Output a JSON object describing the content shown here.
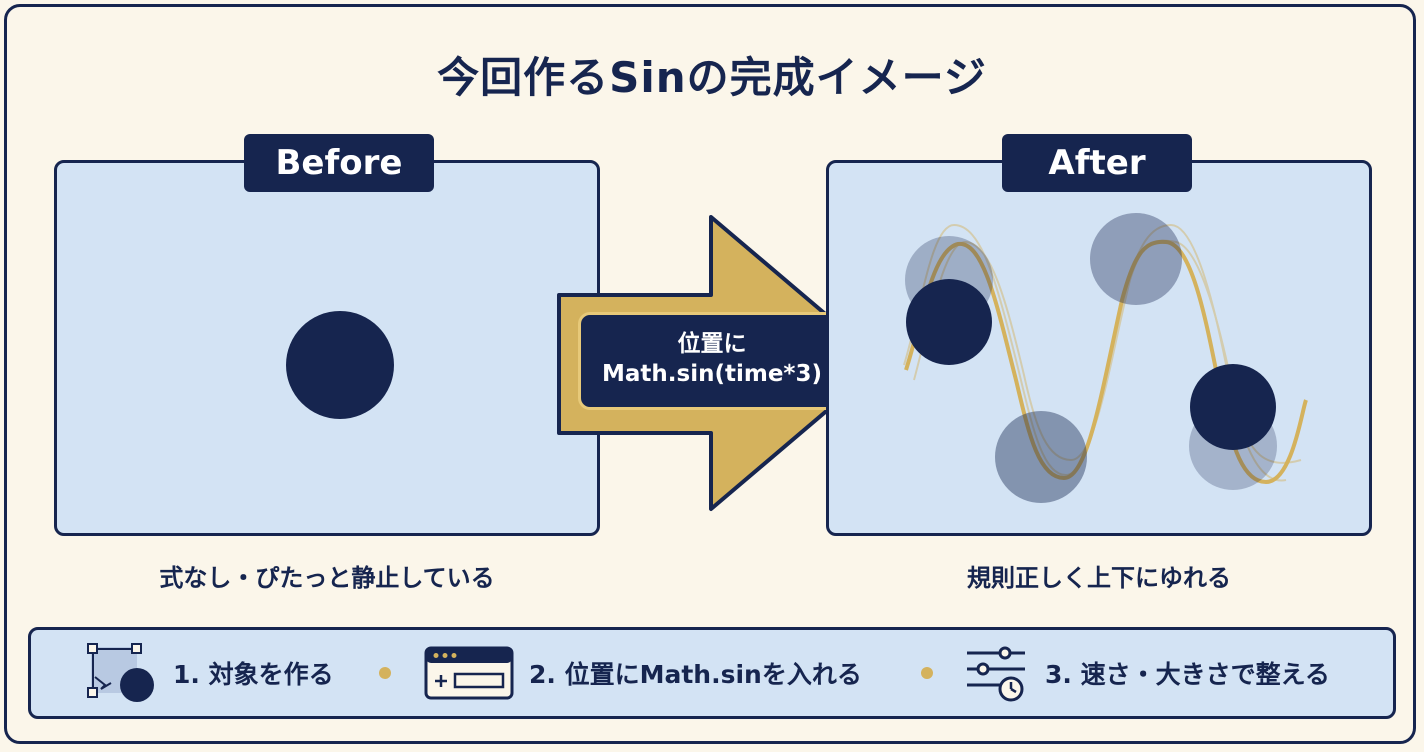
{
  "title": "今回作るSinの完成イメージ",
  "before": {
    "tag": "Before",
    "caption": "式なし・ぴたっと静止している"
  },
  "after": {
    "tag": "After",
    "caption": "規則正しく上下にゆれる"
  },
  "arrow": {
    "line1": "位置に",
    "line2": "Math.sin(time*3)"
  },
  "steps": [
    {
      "label": "1. 対象を作る",
      "icon": "object-select-icon"
    },
    {
      "label": "2. 位置にMath.sinを入れる",
      "icon": "code-window-icon"
    },
    {
      "label": "3. 速さ・大きさで整える",
      "icon": "sliders-timer-icon"
    }
  ],
  "colors": {
    "navy": "#16254f",
    "panel": "#d3e3f4",
    "gold": "#d4b25d",
    "background": "#fbf6ea"
  }
}
